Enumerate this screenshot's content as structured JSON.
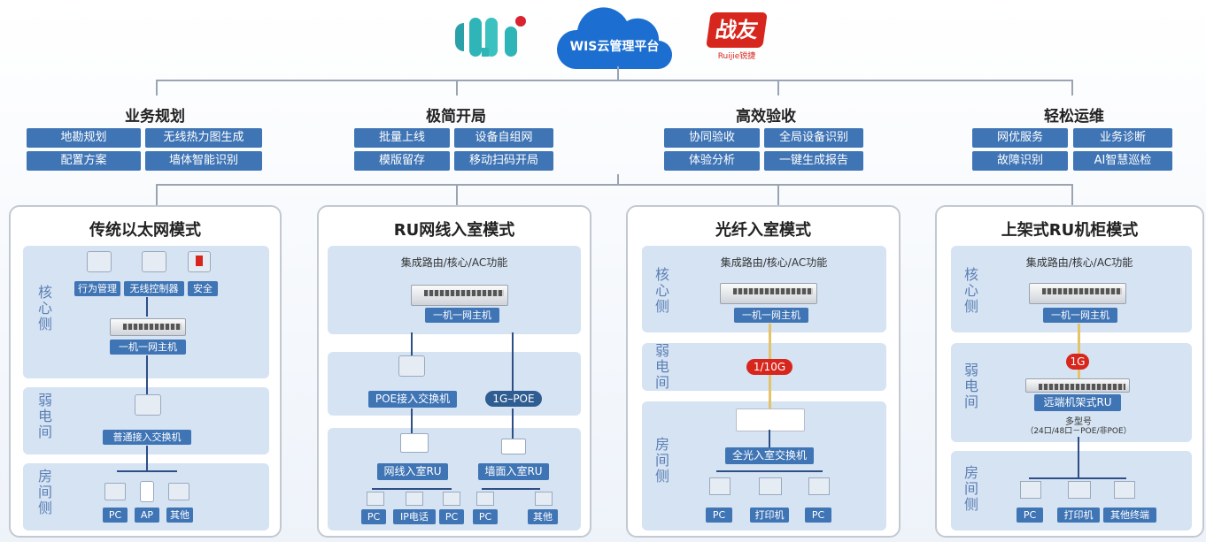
{
  "header": {
    "cloud_label": "WIS云管理平台",
    "brand_right": "战友",
    "brand_right_sub": "Ruijie锐捷"
  },
  "categories": [
    {
      "title": "业务规划",
      "tags": [
        "地勘规划",
        "无线热力图生成",
        "配置方案",
        "墙体智能识别"
      ]
    },
    {
      "title": "极简开局",
      "tags": [
        "批量上线",
        "设备自组网",
        "模版留存",
        "移动扫码开局"
      ]
    },
    {
      "title": "高效验收",
      "tags": [
        "协同验收",
        "全局设备识别",
        "体验分析",
        "一键生成报告"
      ]
    },
    {
      "title": "轻松运维",
      "tags": [
        "网优服务",
        "业务诊断",
        "故障识别",
        "AI智慧巡检"
      ]
    }
  ],
  "panels": {
    "p1": {
      "title": "传统以太网模式",
      "zone_core": "核心侧",
      "zone_weak": "弱电间",
      "zone_room": "房间侧",
      "core_items": [
        "行为管理",
        "无线控制器",
        "安全"
      ],
      "host": "一机一网主机",
      "access": "普通接入交换机",
      "terminals": [
        "PC",
        "AP",
        "其他"
      ]
    },
    "p2": {
      "title": "RU网线入室模式",
      "core_sub": "集成路由/核心/AC功能",
      "host": "一机一网主机",
      "poe": "POE接入交换机",
      "poe_pill": "1G–POE",
      "ru1": "网线入室RU",
      "ru2": "墙面入室RU",
      "terminals": [
        "PC",
        "IP电话",
        "PC",
        "PC",
        "其他"
      ]
    },
    "p3": {
      "title": "光纤入室模式",
      "zone_core": "核心侧",
      "zone_weak": "弱电间",
      "zone_room": "房间侧",
      "core_sub": "集成路由/核心/AC功能",
      "host": "一机一网主机",
      "speed": "1/10G",
      "switch": "全光入室交换机",
      "terminals": [
        "PC",
        "打印机",
        "PC"
      ]
    },
    "p4": {
      "title": "上架式RU机柜模式",
      "zone_core": "核心侧",
      "zone_weak": "弱电间",
      "zone_room": "房间侧",
      "core_sub": "集成路由/核心/AC功能",
      "host": "一机一网主机",
      "speed": "1G",
      "ru": "远端机架式RU",
      "ru_sub1": "多型号",
      "ru_sub2": "（24口/48口－POE/非POE）",
      "terminals": [
        "PC",
        "打印机",
        "其他终端"
      ]
    }
  },
  "colors": {
    "tag": "#3f74b5",
    "zone": "#d5e3f3",
    "accent_red": "#d7261d",
    "cloud": "#1c6fd1"
  }
}
